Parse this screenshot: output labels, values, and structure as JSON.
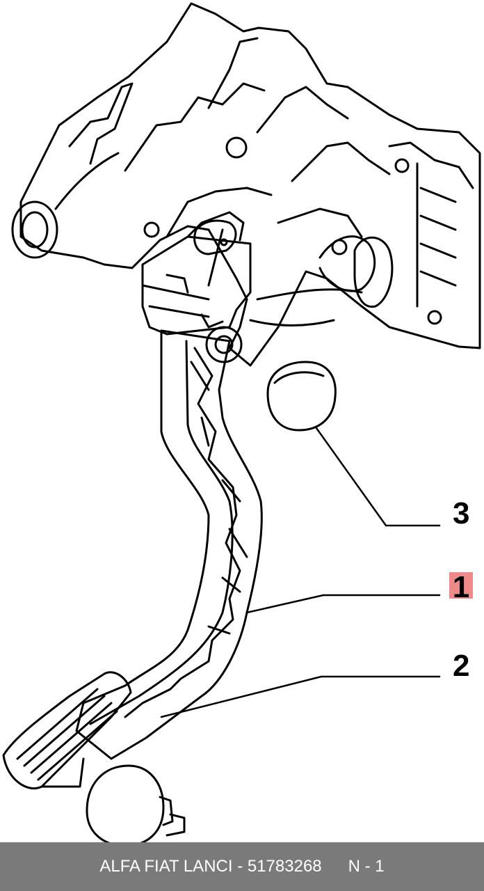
{
  "colors": {
    "line": "#000000",
    "background": "#ffffff",
    "highlight": "#f08a8a",
    "footer_bg": "#7a7a7a",
    "footer_text": "#ffffff"
  },
  "callouts": {
    "part_1": "1",
    "part_2": "2",
    "part_3": "3"
  },
  "footer": {
    "brands_and_number": "ALFA FIAT LANCI - 51783268",
    "code": "N - 1"
  }
}
